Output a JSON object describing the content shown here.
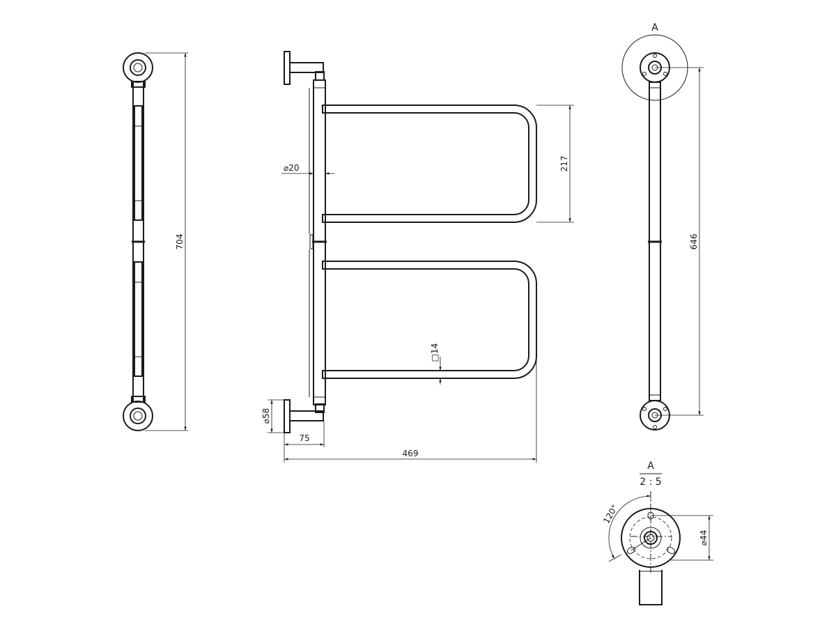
{
  "dimensions": {
    "height_total": "704",
    "projection_width": "469",
    "bracket_offset": "75",
    "flange_diameter": "⌀58",
    "tube_diameter": "⌀20",
    "loop_spacing": "217",
    "square_bar": "□14",
    "mount_spacing": "646",
    "bolt_circle": "⌀44",
    "bolt_angle": "120°"
  },
  "detail": {
    "view_label": "A",
    "detail_label": "A",
    "scale": "2 : 5"
  }
}
